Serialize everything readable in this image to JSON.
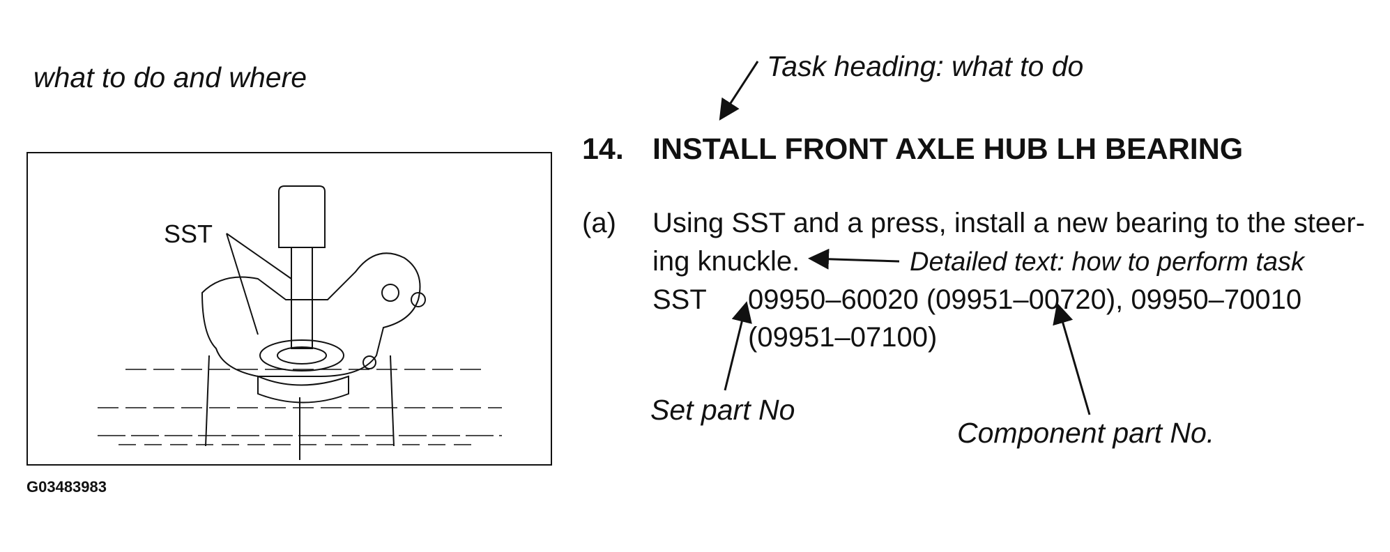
{
  "left": {
    "caption": "what to do and where",
    "figure": {
      "callout_label": "SST",
      "figure_id": "G03483983"
    }
  },
  "right": {
    "heading_annotation": "Task heading: what to do",
    "step_number": "14.",
    "step_title": "INSTALL FRONT AXLE HUB LH BEARING",
    "substep_label": "(a)",
    "instruction_line1": "Using SST and a press, install a new bearing to the steer-",
    "instruction_line2": "ing knuckle.",
    "detail_annotation": "Detailed text: how to perform task",
    "sst_label": "SST",
    "sst_line1": "09950–60020 (09951–00720), 09950–70010",
    "sst_line2": "(09951–07100)",
    "set_part_annotation": "Set part No",
    "component_part_annotation": "Component part No."
  }
}
